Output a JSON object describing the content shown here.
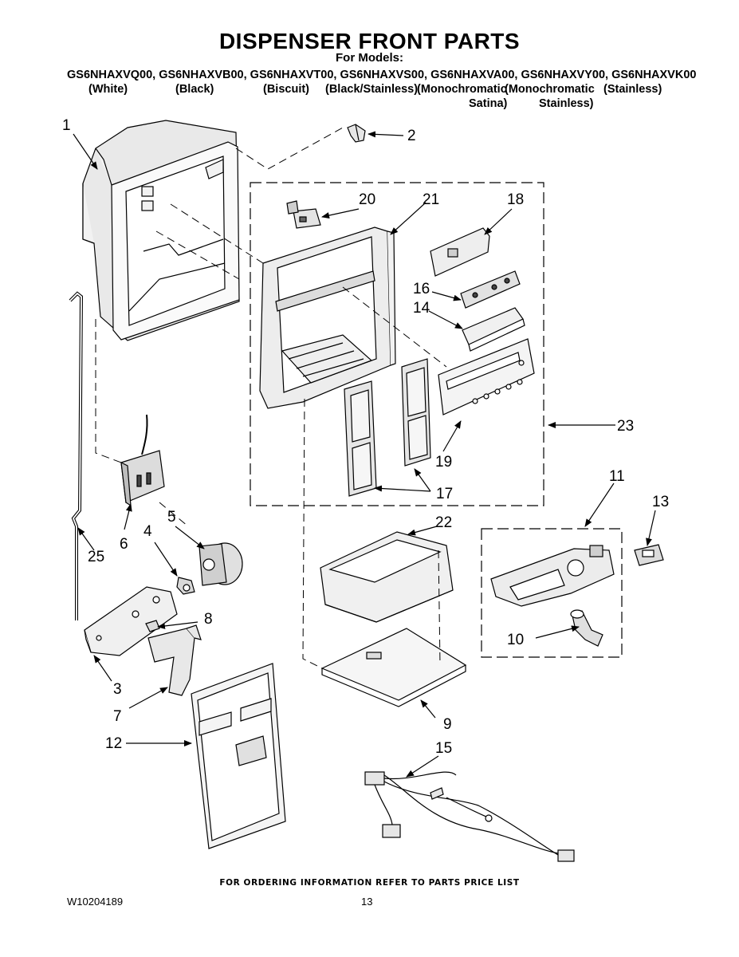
{
  "header": {
    "title": "DISPENSER FRONT PARTS",
    "subtitle": "For Models:",
    "models": "GS6NHAXVQ00, GS6NHAXVB00, GS6NHAXVT00, GS6NHAXVS00, GS6NHAXVA00, GS6NHAXVY00, GS6NHAXVK00",
    "finishes": {
      "white": "(White)",
      "black": "(Black)",
      "biscuit": "(Biscuit)",
      "black_stainless": "(Black/Stainless)",
      "mono_satina": "(Monochromatic",
      "mono_satina_2": "Satina)",
      "mono_stainless": "(Monochromatic",
      "mono_stainless_2": "Stainless)",
      "stainless": "(Stainless)"
    }
  },
  "callouts": {
    "c1": "1",
    "c2": "2",
    "c3": "3",
    "c4": "4",
    "c5": "5",
    "c6": "6",
    "c7": "7",
    "c8": "8",
    "c9": "9",
    "c10": "10",
    "c11": "11",
    "c12": "12",
    "c13": "13",
    "c14": "14",
    "c15": "15",
    "c16": "16",
    "c17": "17",
    "c18": "18",
    "c19": "19",
    "c20": "20",
    "c21": "21",
    "c22": "22",
    "c23": "23",
    "c25": "25"
  },
  "footer": {
    "note": "FOR ORDERING INFORMATION REFER TO PARTS PRICE LIST",
    "doc_number": "W10204189",
    "page_number": "13"
  }
}
